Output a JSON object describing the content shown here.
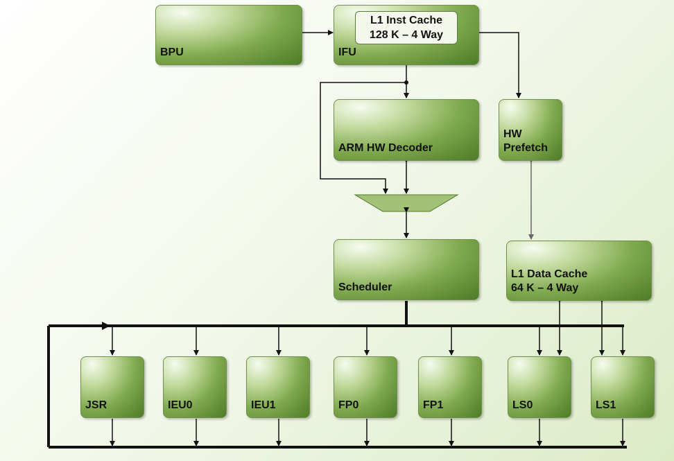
{
  "blocks": {
    "bpu": "BPU",
    "ifu": "IFU",
    "l1_inst_cache": [
      "L1 Inst Cache",
      "128 K – 4 Way"
    ],
    "arm_decoder": "ARM HW Decoder",
    "hw_prefetch": [
      "HW",
      "Prefetch"
    ],
    "scheduler": "Scheduler",
    "l1_data_cache": [
      "L1 Data Cache",
      "64 K – 4 Way"
    ]
  },
  "execution_units": [
    "JSR",
    "IEU0",
    "IEU1",
    "FP0",
    "FP1",
    "LS0",
    "LS1"
  ],
  "colors": {
    "block_dark": "#4f7a28",
    "block_light": "#c2d99d",
    "wire": "#111111",
    "prefetch_link": "#777777"
  }
}
